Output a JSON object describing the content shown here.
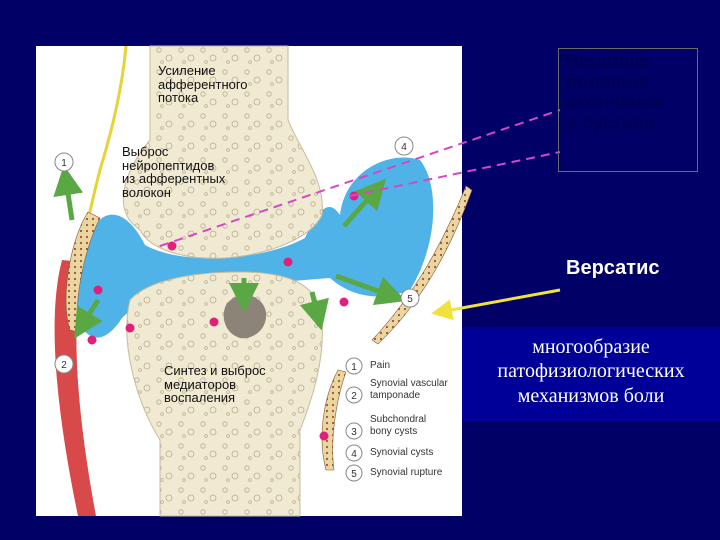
{
  "labels": {
    "afferent": "Усиление\nафферентного\nпотока",
    "release": "Выброс\nнейропептидов\nиз афферентных\nволокон",
    "synthesis": "Синтез и выброс\nмедиаторов\nвоспаления"
  },
  "numbers": [
    "1",
    "2",
    "3",
    "4",
    "5"
  ],
  "legend": [
    {
      "num": "1",
      "text": "Pain"
    },
    {
      "num": "2",
      "text": "Synovial vascular\ntamponade"
    },
    {
      "num": "3",
      "text": "Subchondral\nbony cysts"
    },
    {
      "num": "4",
      "text": "Synovial cysts"
    },
    {
      "num": "5",
      "text": "Synovial rupture"
    }
  ],
  "callouts": {
    "nerve_endings": "Нервные\nболевые\nокончания\nв суставе.",
    "versatis": "Версатис",
    "mechanisms": "многообразие\nпатофизиологических\nмеханизмов боли"
  },
  "colors": {
    "background": "#000066",
    "synovial_fluid": "#4fb3e8",
    "bone": "#f1ead2",
    "arrow": "#5aa844",
    "receptor": "#e0207a",
    "dashed_line": "#d646c8",
    "pointer": "#f0e23a"
  }
}
